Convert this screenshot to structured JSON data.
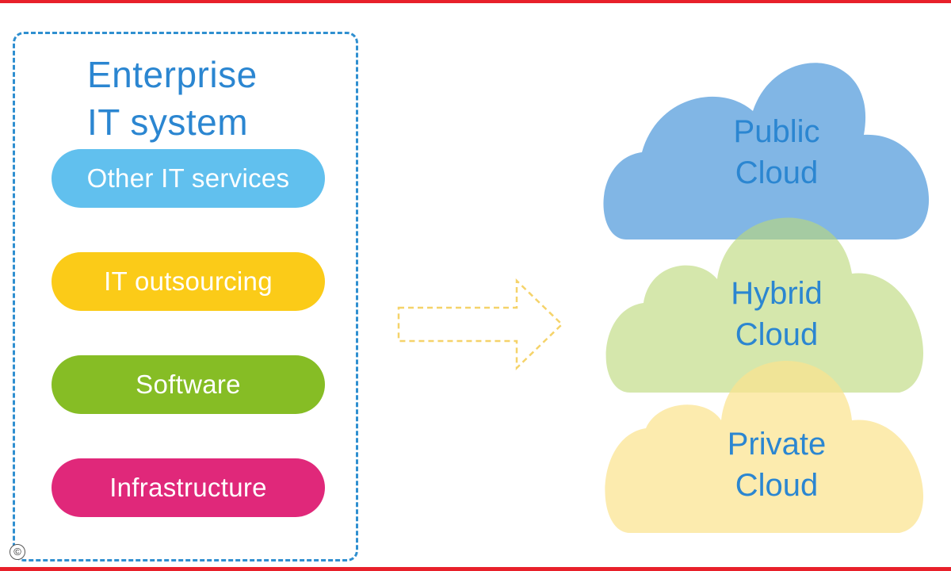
{
  "enterprise": {
    "title": "Enterprise\nIT system",
    "items": [
      {
        "label": "Other IT services",
        "color": "#61c0ee"
      },
      {
        "label": "IT outsourcing",
        "color": "#fbcb18"
      },
      {
        "label": "Software",
        "color": "#86bd25"
      },
      {
        "label": "Infrastructure",
        "color": "#e0287a"
      }
    ]
  },
  "clouds": [
    {
      "label": "Public\nCloud",
      "color": "#5da2de"
    },
    {
      "label": "Hybrid\nCloud",
      "color": "#c6dd8f"
    },
    {
      "label": "Private\nCloud",
      "color": "#fbe38f"
    }
  ],
  "arrow": {
    "icon": "arrow-right-icon",
    "color": "#f5d36a"
  },
  "copyright_symbol": "©"
}
